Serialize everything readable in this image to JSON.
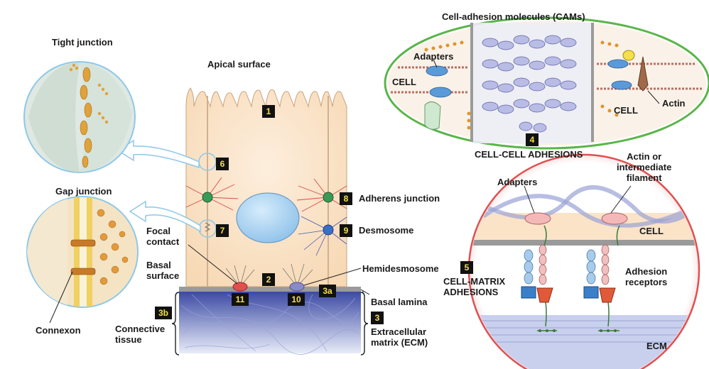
{
  "labels": {
    "tight_junction": "Tight junction",
    "gap_junction": "Gap junction",
    "connexon": "Connexon",
    "apical_surface": "Apical surface",
    "focal_contact": "Focal\ncontact",
    "basal_surface": "Basal\nsurface",
    "connective_tissue": "Connective\ntissue",
    "adherens_junction": "Adherens junction",
    "desmosome": "Desmosome",
    "hemidesmosome": "Hemidesmosome",
    "basal_lamina": "Basal lamina",
    "ecm_full": "Extracellular\nmatrix (ECM)",
    "cams": "Cell-adhesion molecules (CAMs)",
    "adapters_top": "Adapters",
    "cell_left": "CELL",
    "cell_right": "CELL",
    "actin": "Actin",
    "cell_cell_adhesions": "CELL-CELL ADHESIONS",
    "adapters_bottom": "Adapters",
    "actin_or_filament": "Actin or\nintermediate\nfilament",
    "cell_bottom": "CELL",
    "cell_matrix_adhesions": "CELL-MATRIX\nADHESIONS",
    "adhesion_receptors": "Adhesion\nreceptors",
    "ecm_short": "ECM"
  },
  "badges": {
    "b1": "1",
    "b2": "2",
    "b3": "3",
    "b3a": "3a",
    "b3b": "3b",
    "b4": "4",
    "b5": "5",
    "b6": "6",
    "b7": "7",
    "b8": "8",
    "b9": "9",
    "b10": "10",
    "b11": "11"
  },
  "colors": {
    "cell_fill": "#fbe3c8",
    "ecm_fill": "#3f4fa8",
    "basal_lamina": "#9a9a9a",
    "badge_bg": "#111111",
    "badge_text": "#f5e04a",
    "cell_cell_border": "#5ab54a",
    "cell_matrix_border": "#e05050",
    "nucleus": "#a9d2f2"
  }
}
